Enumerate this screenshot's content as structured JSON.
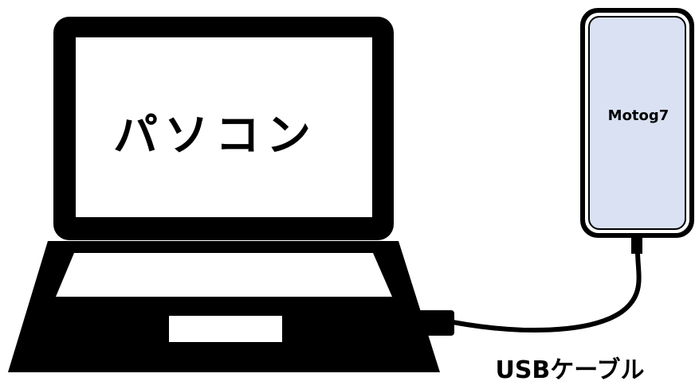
{
  "laptop": {
    "screen_label": "パソコン"
  },
  "phone": {
    "label": "Motog7",
    "screen_color": "#d9e1f2"
  },
  "cable": {
    "label": "USBケーブル"
  },
  "colors": {
    "outline": "#000000",
    "background": "#ffffff"
  }
}
